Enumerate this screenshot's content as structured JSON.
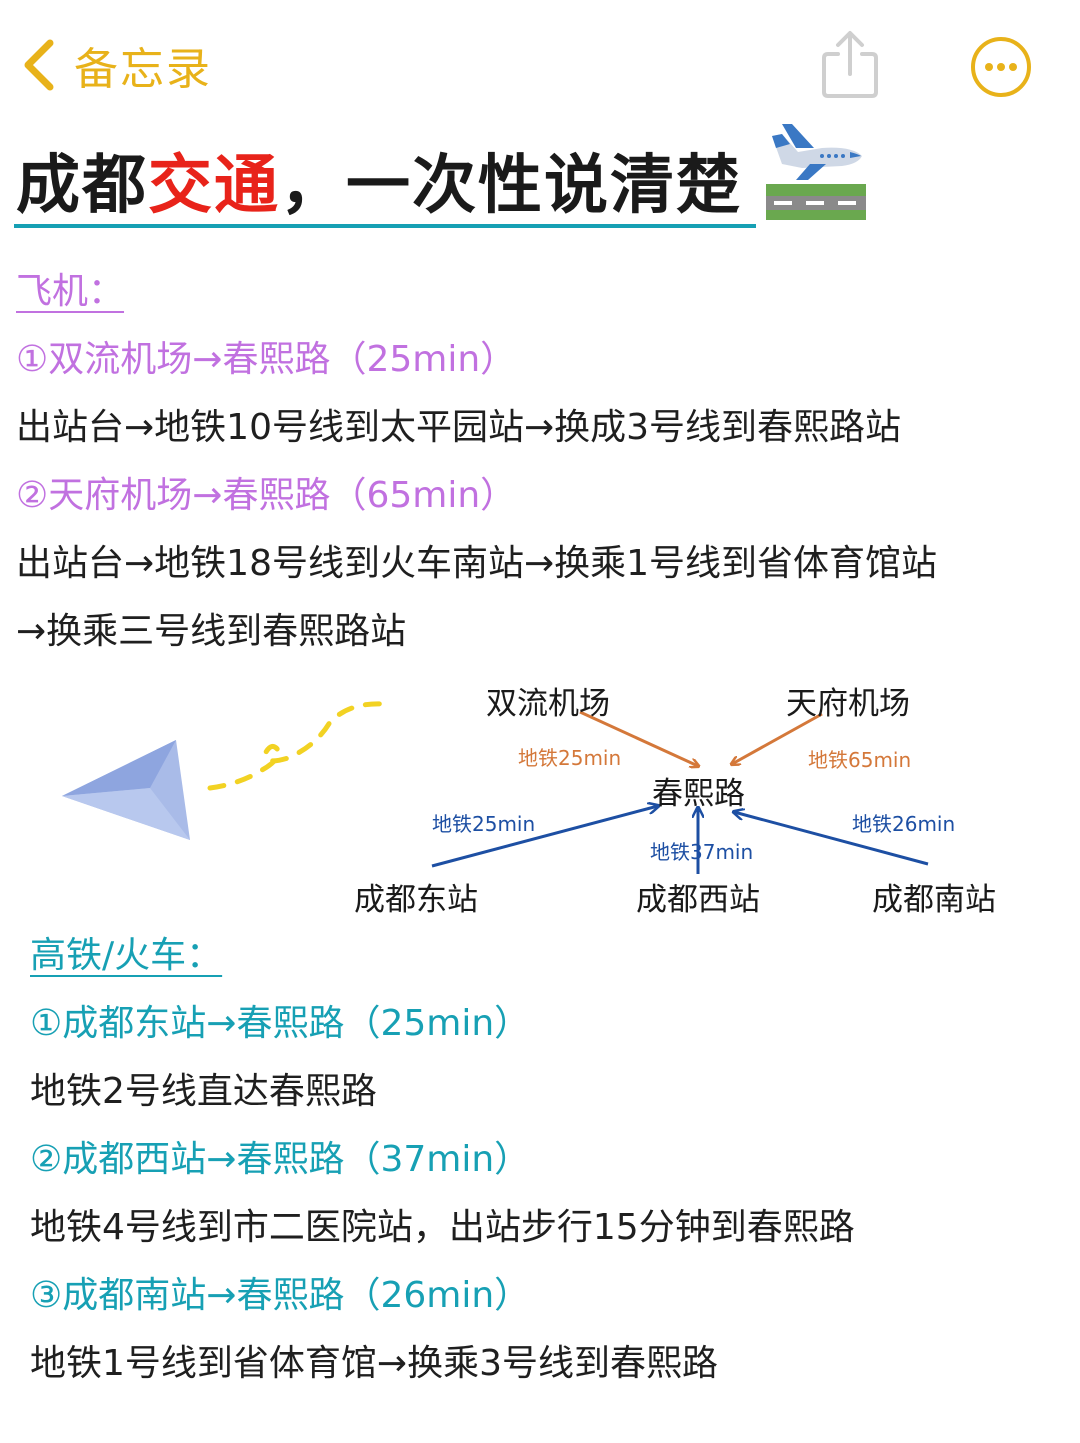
{
  "nav": {
    "back_label": "备忘录",
    "accent_color": "#e8b21a",
    "back_icon": "chevron-left-icon",
    "share_icon": "share-icon",
    "more_icon": "more-dots-icon"
  },
  "title": {
    "part1": "成都",
    "accent": "交通",
    "part2": "，一次性说清楚",
    "accent_color": "#e8231a",
    "emoji_icon": "airplane-departure-icon"
  },
  "flight": {
    "heading": "飞机：",
    "routes": [
      {
        "title": "①双流机场→春熙路（25min）",
        "lines": [
          "出站台→地铁10号线到太平园站→换成3号线到春熙路站"
        ]
      },
      {
        "title": "②天府机场→春熙路（65min）",
        "lines": [
          "出站台→地铁18号线到火车南站→换乘1号线到省体育馆站",
          "→换乘三号线到春熙路站"
        ]
      }
    ]
  },
  "diagram": {
    "center": "春熙路",
    "nodes": {
      "shuangliu": "双流机场",
      "tianfu": "天府机场",
      "east": "成都东站",
      "west": "成都西站",
      "south": "成都南站"
    },
    "labels": {
      "shuangliu": "地铁25min",
      "tianfu": "地铁65min",
      "east": "地铁25min",
      "west": "地铁37min",
      "south": "地铁26min"
    },
    "colors": {
      "airport_arrow": "#d4783a",
      "rail_arrow": "#1d4fa3"
    },
    "decor_icon": "paper-plane-icon"
  },
  "rail": {
    "heading": "高铁/火车：",
    "routes": [
      {
        "title": "①成都东站→春熙路（25min）",
        "lines": [
          "地铁2号线直达春熙路"
        ]
      },
      {
        "title": "②成都西站→春熙路（37min）",
        "lines": [
          "地铁4号线到市二医院站，出站步行15分钟到春熙路"
        ]
      },
      {
        "title": "③成都南站→春熙路（26min）",
        "lines": [
          "地铁1号线到省体育馆→换乘3号线到春熙路"
        ]
      }
    ]
  }
}
